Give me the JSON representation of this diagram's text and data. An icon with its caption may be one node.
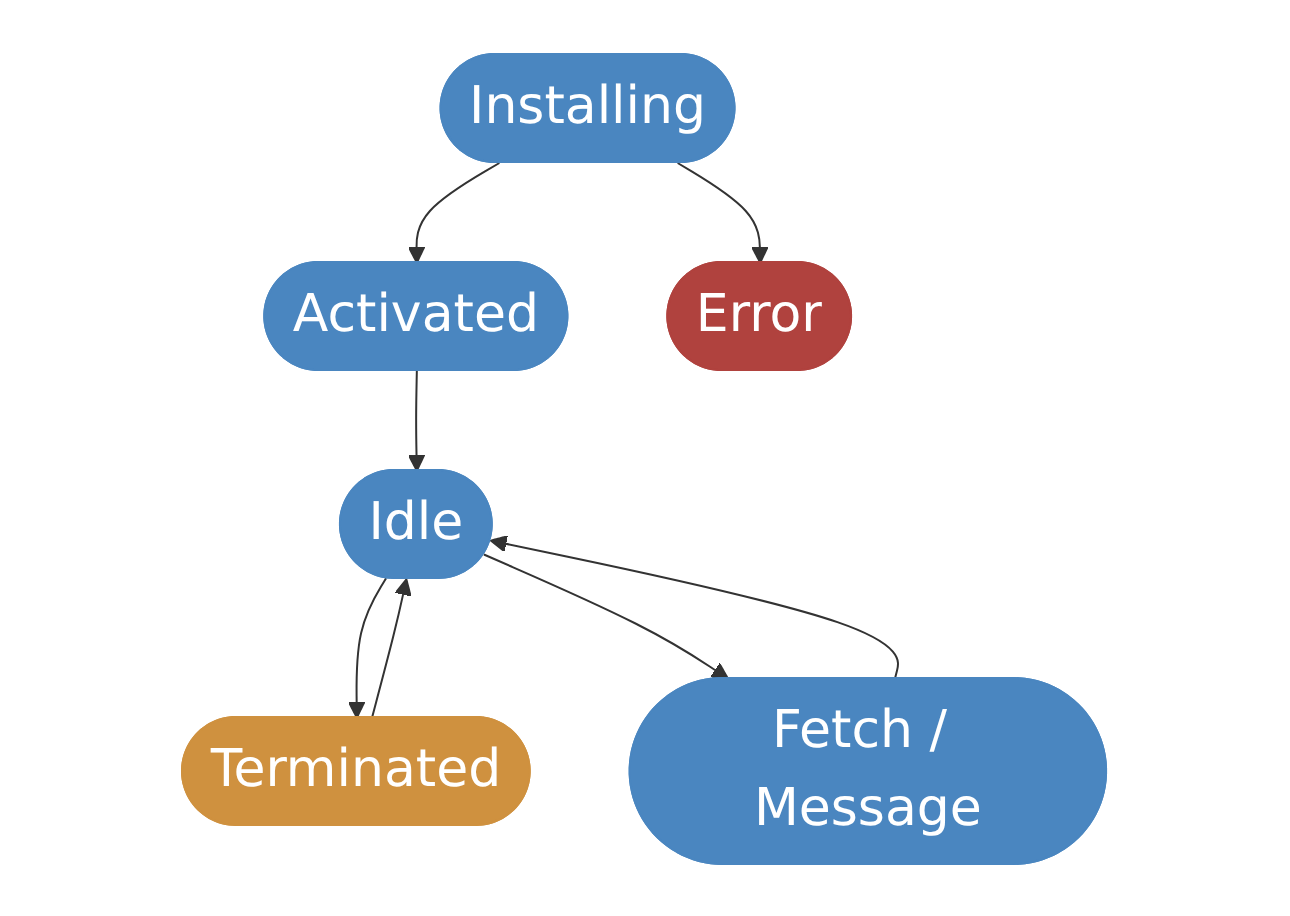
{
  "diagram": {
    "nodes": [
      {
        "text": [
          "Installing"
        ]
      },
      {
        "text": [
          "Activated"
        ]
      },
      {
        "text": [
          "Error"
        ]
      },
      {
        "text": [
          "Idle"
        ]
      },
      {
        "text": [
          "Terminated"
        ]
      },
      {
        "text": [
          "Fetch / Message"
        ]
      }
    ],
    "edges": [
      {
        "from": 0,
        "to": 1,
        "arrow": "to"
      },
      {
        "from": 0,
        "to": 2,
        "arrow": "to"
      },
      {
        "from": 1,
        "to": 3,
        "arrow": "to"
      },
      {
        "from": 3,
        "to": 4,
        "arrow": "to"
      },
      {
        "from": 3,
        "to": 5,
        "arrow": "to"
      },
      {
        "from": 4,
        "to": 3,
        "arrow": "to"
      },
      {
        "from": 5,
        "to": 3,
        "arrow": "to"
      }
    ]
  }
}
